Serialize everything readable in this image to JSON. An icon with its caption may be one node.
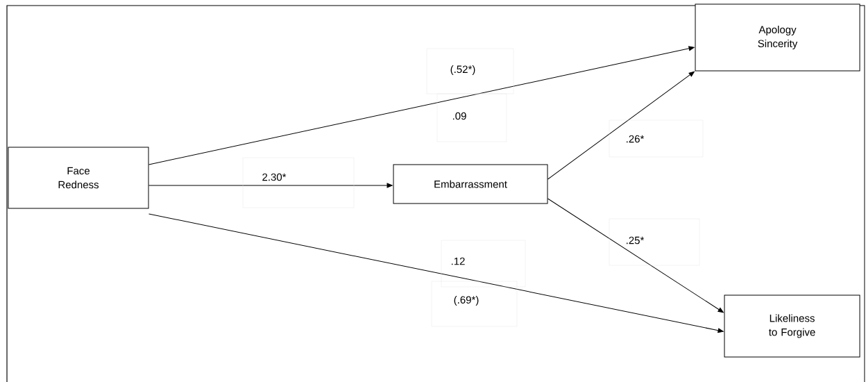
{
  "diagram": {
    "nodes": [
      {
        "text": [
          "Face Redness"
        ]
      },
      {
        "text": [
          "Apology Sincerity"
        ]
      },
      {
        "text": [
          "Embarrassment"
        ]
      },
      {
        "text": [
          "Likeliness to Forgive"
        ]
      }
    ],
    "edges": [
      {
        "from": 0,
        "to": 1,
        "arrow": "to",
        "label": ".09"
      },
      {
        "from": 0,
        "to": 2,
        "arrow": "to",
        "label": "2.30*"
      },
      {
        "from": 2,
        "to": 1,
        "arrow": "to",
        "label": ".26*"
      },
      {
        "from": 2,
        "to": 3,
        "arrow": "to",
        "label": ".25*"
      },
      {
        "from": 0,
        "to": 3,
        "arrow": "to",
        "label": ".12"
      }
    ],
    "labels": [
      "(.52*)",
      "(.69*)"
    ]
  }
}
